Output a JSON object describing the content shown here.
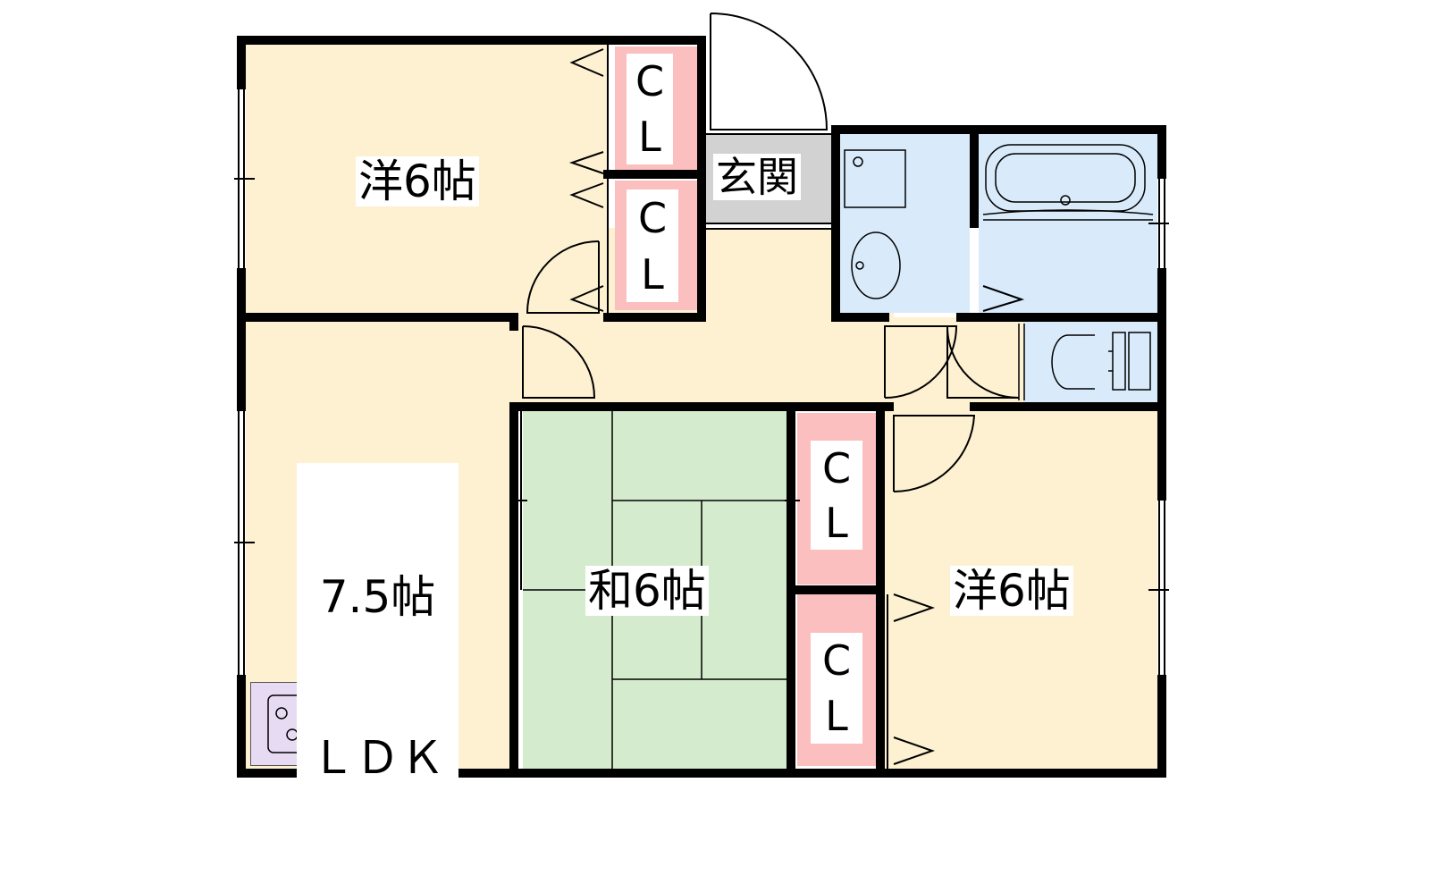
{
  "rooms": {
    "western_top": {
      "label": "洋6帖"
    },
    "western_right": {
      "label": "洋6帖"
    },
    "japanese": {
      "label": "和6帖"
    },
    "ldk": {
      "label_line1": "7.5帖",
      "label_line2": "ＬＤＫ"
    },
    "entrance": {
      "label": "玄関"
    },
    "closets": [
      {
        "line1": "C",
        "line2": "L"
      },
      {
        "line1": "C",
        "line2": "L"
      },
      {
        "line1": "C",
        "line2": "L"
      },
      {
        "line1": "C",
        "line2": "L"
      }
    ]
  },
  "colors": {
    "room_beige": "#fdf1d2",
    "tatami_green": "#d5ebcd",
    "closet_pink": "#fbbfbf",
    "wet_blue": "#d9ebfb",
    "kitchen_lavender": "#e7dbf3",
    "entrance_gray": "#d2d2d2",
    "wall": "#000000"
  }
}
